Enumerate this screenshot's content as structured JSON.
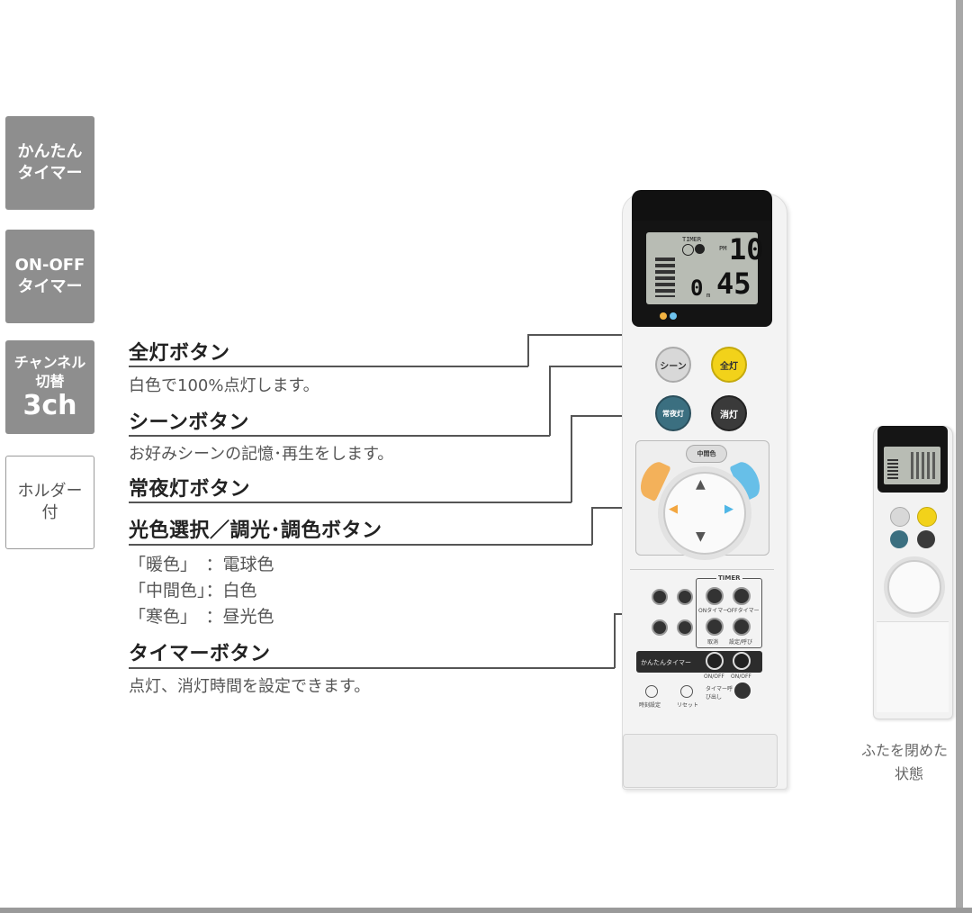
{
  "badges": [
    {
      "lines": [
        "かんたん",
        "タイマー"
      ]
    },
    {
      "lines": [
        "ON-OFF",
        "タイマー"
      ]
    },
    {
      "lines": [
        "チャンネル",
        "切替"
      ],
      "big": "3ch"
    },
    {
      "lines": [
        "ホルダー",
        "付"
      ]
    }
  ],
  "labels": {
    "zentou": {
      "title": "全灯ボタン",
      "desc": "白色で100%点灯します。"
    },
    "scene": {
      "title": "シーンボタン",
      "desc": "お好みシーンの記憶･再生をします。"
    },
    "jouyatou": {
      "title": "常夜灯ボタン"
    },
    "kousyoku": {
      "title": "光色選択／調光･調色ボタン",
      "options": [
        "「暖色」　：電球色",
        "「中間色」：白色",
        "「寒色」　：昼光色"
      ]
    },
    "timer": {
      "title": "タイマーボタン",
      "desc": "点灯、消灯時間を設定できます。"
    }
  },
  "remote": {
    "lcd": {
      "timer_label": "TIMER",
      "pm": "PM",
      "hour": "10",
      "minute_a": "0",
      "m": "m",
      "minute_b": "45"
    },
    "buttons": {
      "scene": "シーン",
      "zentou": "全灯",
      "jouyatou": "常夜灯",
      "shoutou": "消灯",
      "chuukan": "中間色"
    },
    "timer_box": "TIMER",
    "timer_buttons": [
      "ONタイマー",
      "OFFタイマー",
      "取消",
      "設定/呼び"
    ],
    "kantan": "かんたんタイマー",
    "kantan_buttons": [
      "ON/OFF",
      "ON/OFF"
    ],
    "bottom_labels": [
      "時刻設定",
      "リセット",
      "タイマー呼び出し"
    ]
  },
  "caption": [
    "ふたを閉めた",
    "状態"
  ],
  "colors": {
    "badge_gray": "#8e8e8e",
    "zentou_yellow": "#f2d21a",
    "jouyatou_teal": "#3b6f80",
    "warm_orange": "#f3a63f",
    "cool_blue": "#4fb6e6"
  }
}
